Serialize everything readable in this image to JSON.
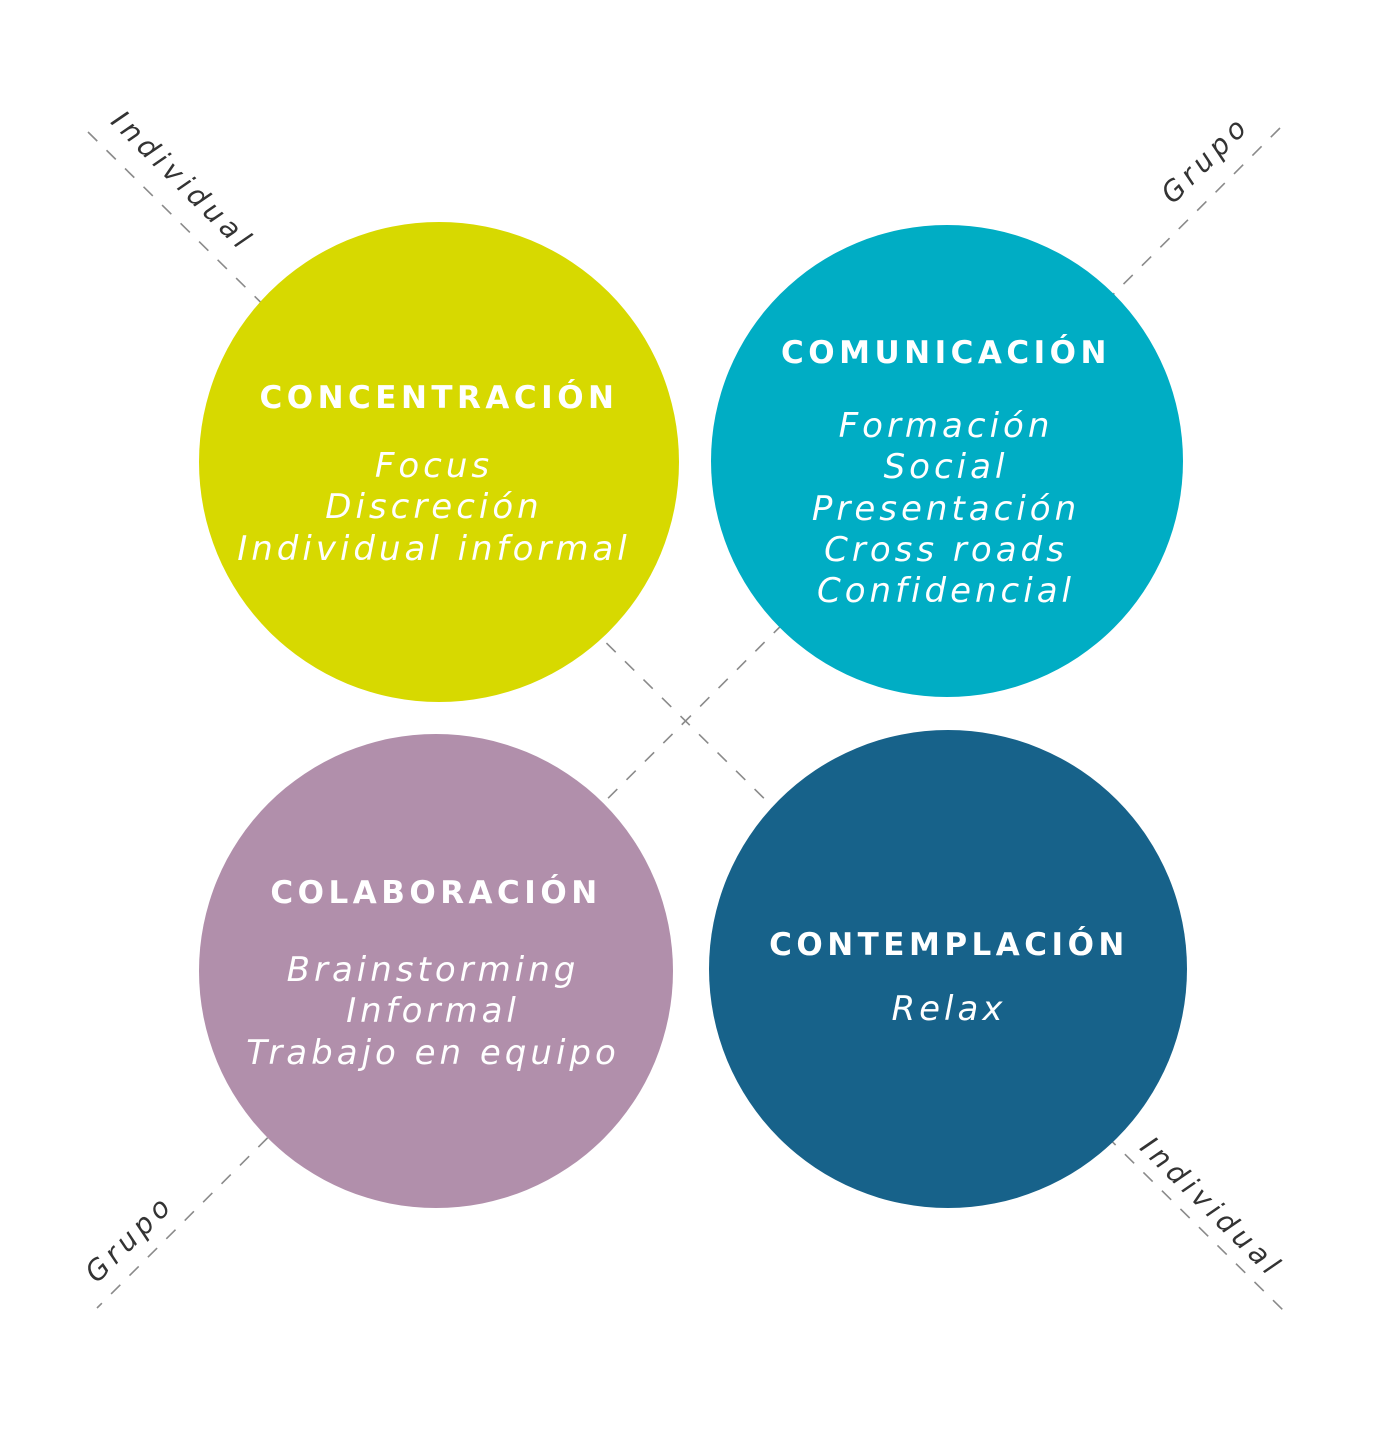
{
  "axes": {
    "individual_top_left": "Individual",
    "grupo_top_right": "Grupo",
    "grupo_bottom_left": "Grupo",
    "individual_bottom_right": "Individual"
  },
  "quadrants": {
    "concentracion": {
      "title": "CONCENTRACIÓN",
      "items": [
        "Focus",
        "Discreción",
        "Individual informal"
      ],
      "color": "#d7d900"
    },
    "comunicacion": {
      "title": "COMUNICACIÓN",
      "items": [
        "Formación",
        "Social",
        "Presentación",
        "Cross roads",
        "Confidencial"
      ],
      "color": "#00adc4"
    },
    "colaboracion": {
      "title": "COLABORACIÓN",
      "items": [
        "Brainstorming",
        "Informal",
        "Trabajo en equipo"
      ],
      "color": "#b18fab"
    },
    "contemplacion": {
      "title": "CONTEMPLACIÓN",
      "items": [
        "Relax"
      ],
      "color": "#17628a"
    }
  }
}
